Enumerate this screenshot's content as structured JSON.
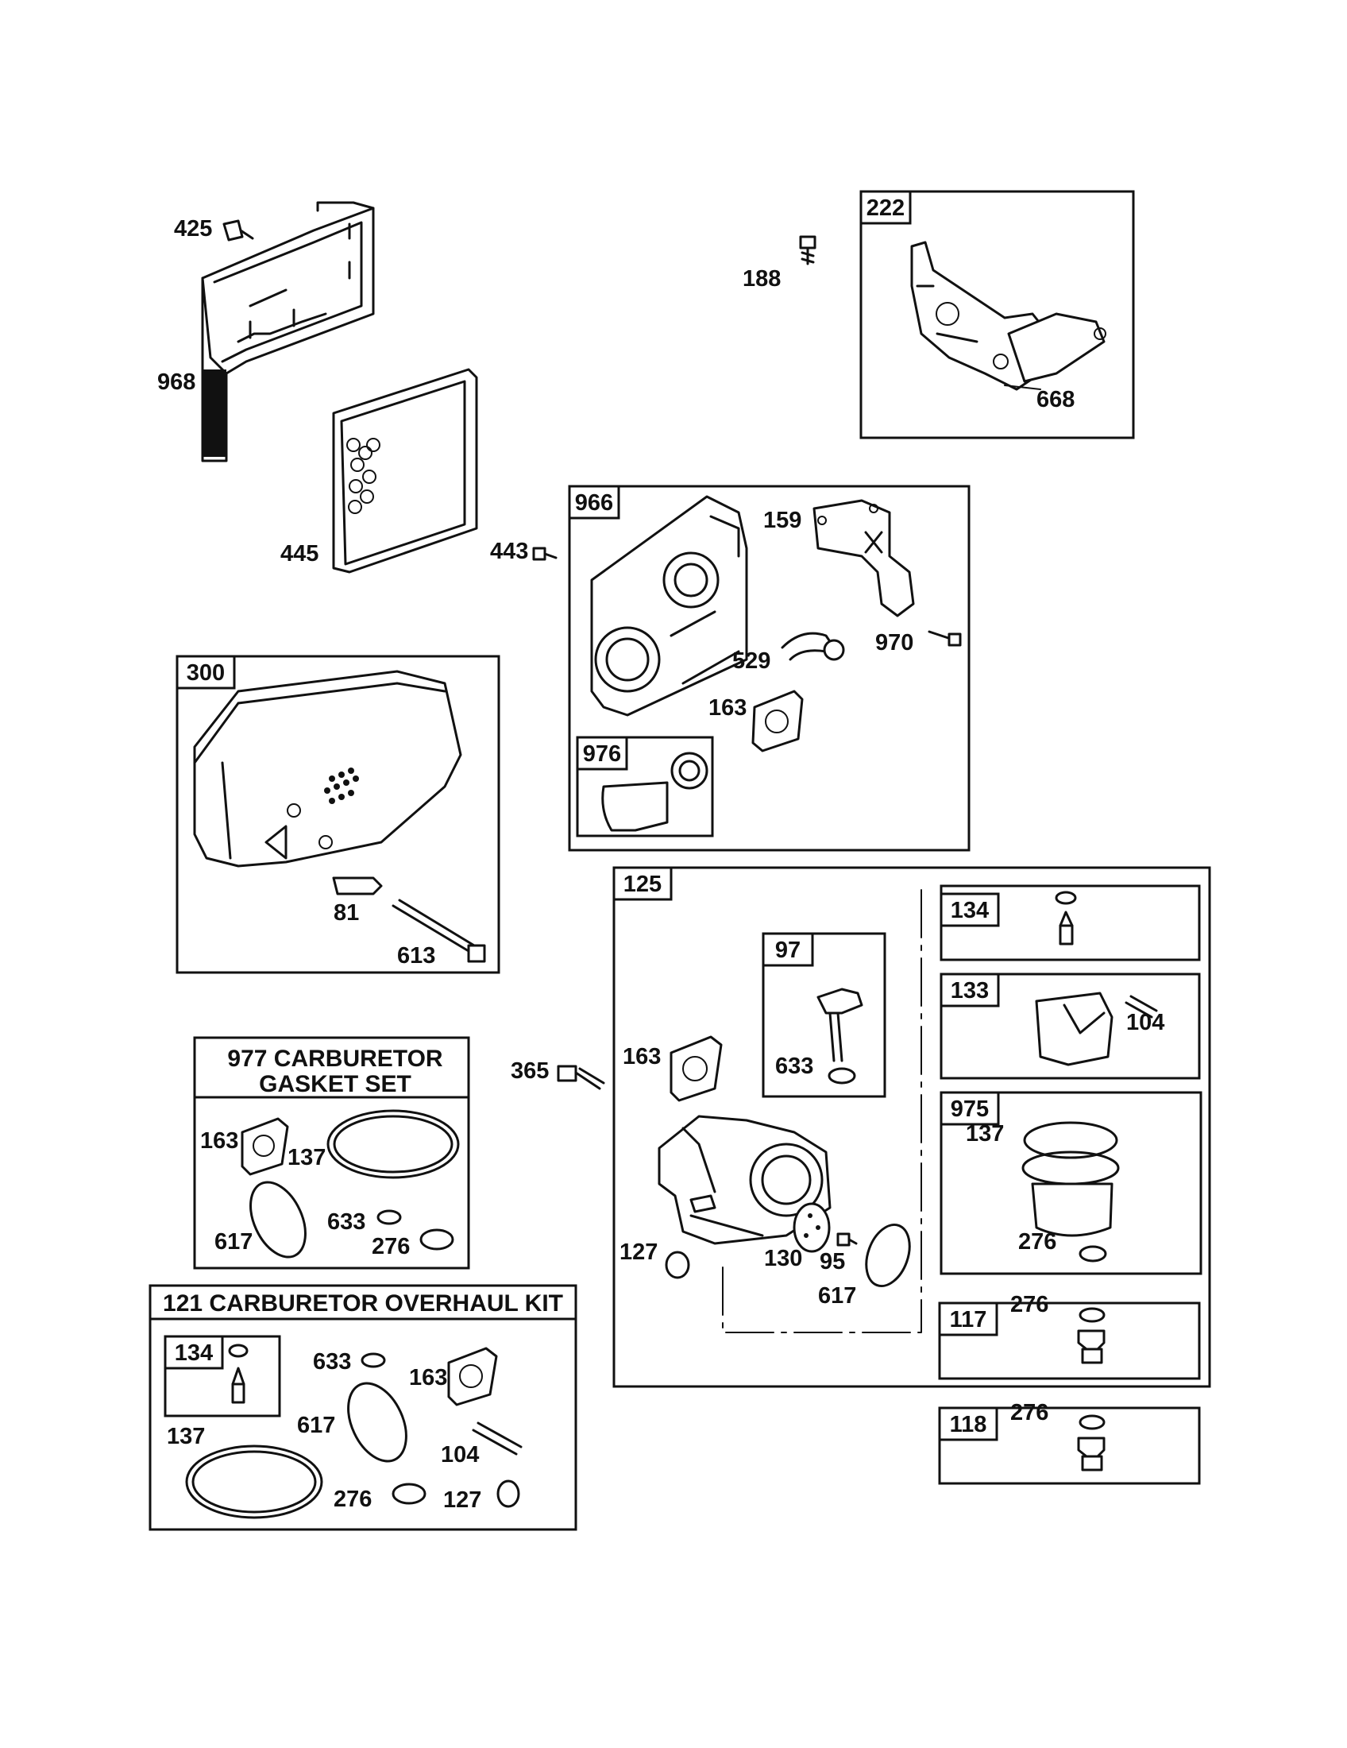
{
  "labels": {
    "p425": "425",
    "p968": "968",
    "p445": "445",
    "p188": "188",
    "p668": "668",
    "p443": "443",
    "p159": "159",
    "p970": "970",
    "p529": "529",
    "p163a": "163",
    "p81": "81",
    "p613": "613",
    "p365": "365",
    "p163b": "163",
    "p633a": "633",
    "p104a": "104",
    "p137a": "137",
    "p276a": "276",
    "p127a": "127",
    "p130": "130",
    "p95": "95",
    "p617a": "617",
    "p276b": "276",
    "p276c": "276",
    "g163": "163",
    "g137": "137",
    "g617": "617",
    "g633": "633",
    "g276": "276",
    "k633": "633",
    "k163": "163",
    "k137": "137",
    "k617": "617",
    "k104": "104",
    "k276": "276",
    "k127": "127"
  },
  "tags": {
    "t222": "222",
    "t966": "966",
    "t976": "976",
    "t300": "300",
    "t125": "125",
    "t97": "97",
    "t134a": "134",
    "t133": "133",
    "t975": "975",
    "t117": "117",
    "t118": "118",
    "t134b": "134"
  },
  "kits": {
    "gasket_line1": "977 CARBURETOR",
    "gasket_line2": "GASKET SET",
    "overhaul": "121 CARBURETOR OVERHAUL KIT"
  }
}
